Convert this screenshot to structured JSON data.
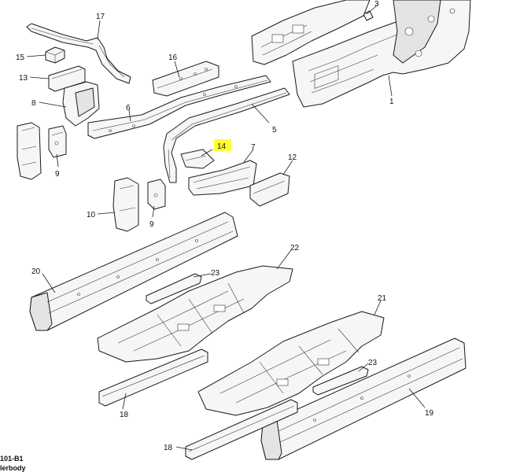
{
  "labels": {
    "c1": "1",
    "c3": "3",
    "c5": "5",
    "c6": "6",
    "c7": "7",
    "c8": "8",
    "c9a": "9",
    "c9b": "9",
    "c10": "10",
    "c12": "12",
    "c13": "13",
    "c14": "14",
    "c15": "15",
    "c16": "16",
    "c17": "17",
    "c18a": "18",
    "c18b": "18",
    "c19": "19",
    "c20": "20",
    "c21": "21",
    "c22": "22",
    "c23a": "23",
    "c23b": "23"
  },
  "highlighted_label": "14",
  "highlight_color": "#ffff33",
  "footer": {
    "code": "101-B1",
    "title": "lerbody"
  }
}
